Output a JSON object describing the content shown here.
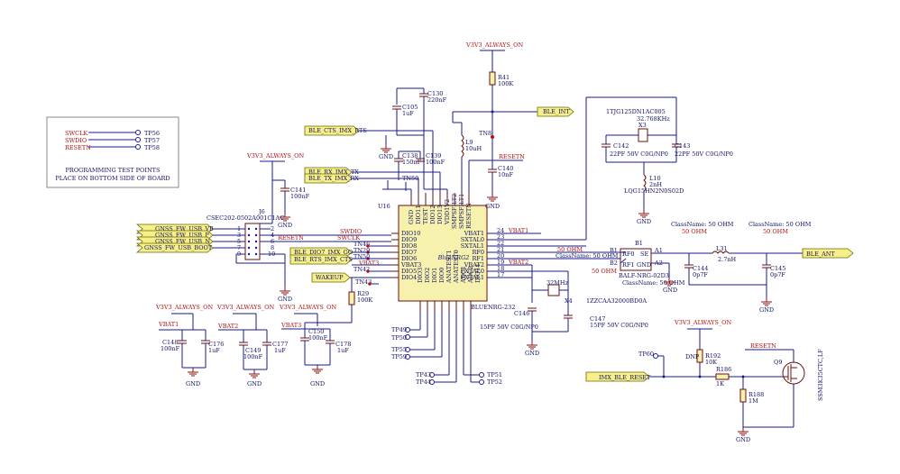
{
  "note": {
    "signals": [
      "SWCLK",
      "SWDIO",
      "RESETN"
    ],
    "tps": [
      "TP56",
      "TP57",
      "TP58"
    ],
    "line1": "PROGRAMMING TEST POINTS",
    "line2": "PLACE ON BOTTOM SIDE OF BOARD"
  },
  "power": {
    "v3v3": "V3V3_ALWAYS_ON",
    "vbat1": "VBAT1",
    "vbat2": "VBAT2",
    "vbat3": "VBAT3",
    "gnd": "GND"
  },
  "ports": {
    "ble_cts": "BLE_CTS_IMX_RTS",
    "ble_rx": "BLE_RX_IMX_TX",
    "ble_tx": "BLE_TX_IMX_RX",
    "ble_int": "BLE_INT",
    "ble_dio7": "BLE_DIO7_IMX_GO",
    "ble_rts": "BLE_RTS_IMX_CTS",
    "wakeup": "WAKEUP",
    "usb_vb": "GNSS_FW_USB_VB",
    "usb_p": "GNSS_FW_USB_P",
    "usb_n": "GNSS_FW_USB_N",
    "usb_boot": "GNSS_FW_USB_BOOT",
    "ble_ant": "BLE_ANT",
    "imx_reset": "IMX_BLE_RESET"
  },
  "u16": {
    "ref": "U16",
    "value": "BLUENRG-232",
    "name": "BlueNRG2",
    "left_pins": [
      "DIO10",
      "DIO9",
      "DIO8",
      "DIO7",
      "DIO6",
      "VBAT3",
      "DIO5",
      "DIO4"
    ],
    "right_pins": [
      "VBAT1",
      "SXTAL0",
      "SXTAL1",
      "RF0",
      "RF1",
      "VBAT2",
      "FXTAL0",
      "FXTAL1"
    ],
    "right_nums": [
      "24",
      "23",
      "22",
      "21",
      "20",
      "19",
      "18",
      "17"
    ],
    "top_pins": [
      "GND",
      "DIO11",
      "TEST",
      "DIO12",
      "DIO13",
      "VDD1V2",
      "SMPSFILT2",
      "SMPSFILT1",
      "RESETN"
    ],
    "bottom_pins": [
      "DIO3",
      "DIO2",
      "DIO1",
      "DIO0",
      "ANATEST1",
      "ANATEST0",
      "ADC1",
      "ADC2",
      "DIO14"
    ]
  },
  "tn": {
    "tn46": "TN46",
    "tn29": "TN29",
    "tn50": "TN50",
    "tn40": "TN40",
    "tn42": "TN42",
    "tn43": "TN43",
    "tn8": "TN8"
  },
  "nets": {
    "swdio": "SWDIO",
    "swclk": "SWCLK",
    "resetn": "RESETN"
  },
  "j6": {
    "ref": "J6",
    "value": "CSEC202-0502A001C1AC",
    "pins_left": [
      "1",
      "3",
      "5",
      "7",
      "9"
    ],
    "pins_right": [
      "2",
      "4",
      "6",
      "8",
      "10"
    ]
  },
  "parts": {
    "c130": {
      "ref": "C130",
      "val": "220nF"
    },
    "c105": {
      "ref": "C105",
      "val": "1uF"
    },
    "c138": {
      "ref": "C138",
      "val": "150nF"
    },
    "c139": {
      "ref": "C139",
      "val": "100nF"
    },
    "c141": {
      "ref": "C141",
      "val": "100nF"
    },
    "c140": {
      "ref": "C140",
      "val": "10nF"
    },
    "l9": {
      "ref": "L9",
      "val": "10uH"
    },
    "r41": {
      "ref": "R41",
      "val": "100K"
    },
    "r29": {
      "ref": "R29",
      "val": "100K"
    },
    "c148": {
      "ref": "C148",
      "val": "100nF"
    },
    "c176": {
      "ref": "C176",
      "val": "1uF"
    },
    "c149": {
      "ref": "C149",
      "val": "100nF"
    },
    "c177": {
      "ref": "C177",
      "val": "1uF"
    },
    "c150": {
      "ref": "C150",
      "val": "100nF"
    },
    "c178": {
      "ref": "C178",
      "val": "1uF"
    },
    "x3": {
      "ref": "X3",
      "val": "1TJG125DN1AC005",
      "freq": "32.768KHz"
    },
    "c142": {
      "ref": "C142",
      "val": "22PF 50V C0G/NP0"
    },
    "c143": {
      "ref": "C143",
      "val": "22PF 50V C0G/NP0"
    },
    "l10": {
      "ref": "L10",
      "val": "2nH",
      "pn": "LQG15HN2N0S02D"
    },
    "x4": {
      "ref": "X4",
      "val": "1ZZCAA32000BD0A",
      "freq": "32MHz"
    },
    "c146": {
      "ref": "C146",
      "val": "15PF 50V C0G/NP0"
    },
    "c147": {
      "ref": "C147",
      "val": "15PF 50V C0G/NP0"
    },
    "b1": {
      "ref": "B1",
      "val": "BALF-NRG-02D3",
      "pins": [
        "RF0",
        "RF1",
        "SE",
        "GND"
      ],
      "pnum": [
        "B1",
        "B2",
        "A1",
        "A2"
      ]
    },
    "l31": {
      "ref": "L31",
      "val": "2.7nH"
    },
    "c144": {
      "ref": "C144",
      "val": "0p7F"
    },
    "c145": {
      "ref": "C145",
      "val": "0p7F"
    },
    "r192": {
      "ref": "R192",
      "val": "10K",
      "dnp": "DNP"
    },
    "r186": {
      "ref": "R186",
      "val": "1K"
    },
    "r188": {
      "ref": "R188",
      "val": "1M"
    },
    "q9": {
      "ref": "Q9",
      "val": "SSM3K35CTC,LF"
    }
  },
  "classes": {
    "ohm50": "50 OHM",
    "cls50": "ClassName: 50 OHM"
  },
  "tps": {
    "tp49": "TP49",
    "tp50": "TP50",
    "tp55": "TP55",
    "tp59": "TP59",
    "tp43": "TP43",
    "tp44": "TP44",
    "tp51": "TP51",
    "tp52": "TP52",
    "tp60": "TP60"
  }
}
